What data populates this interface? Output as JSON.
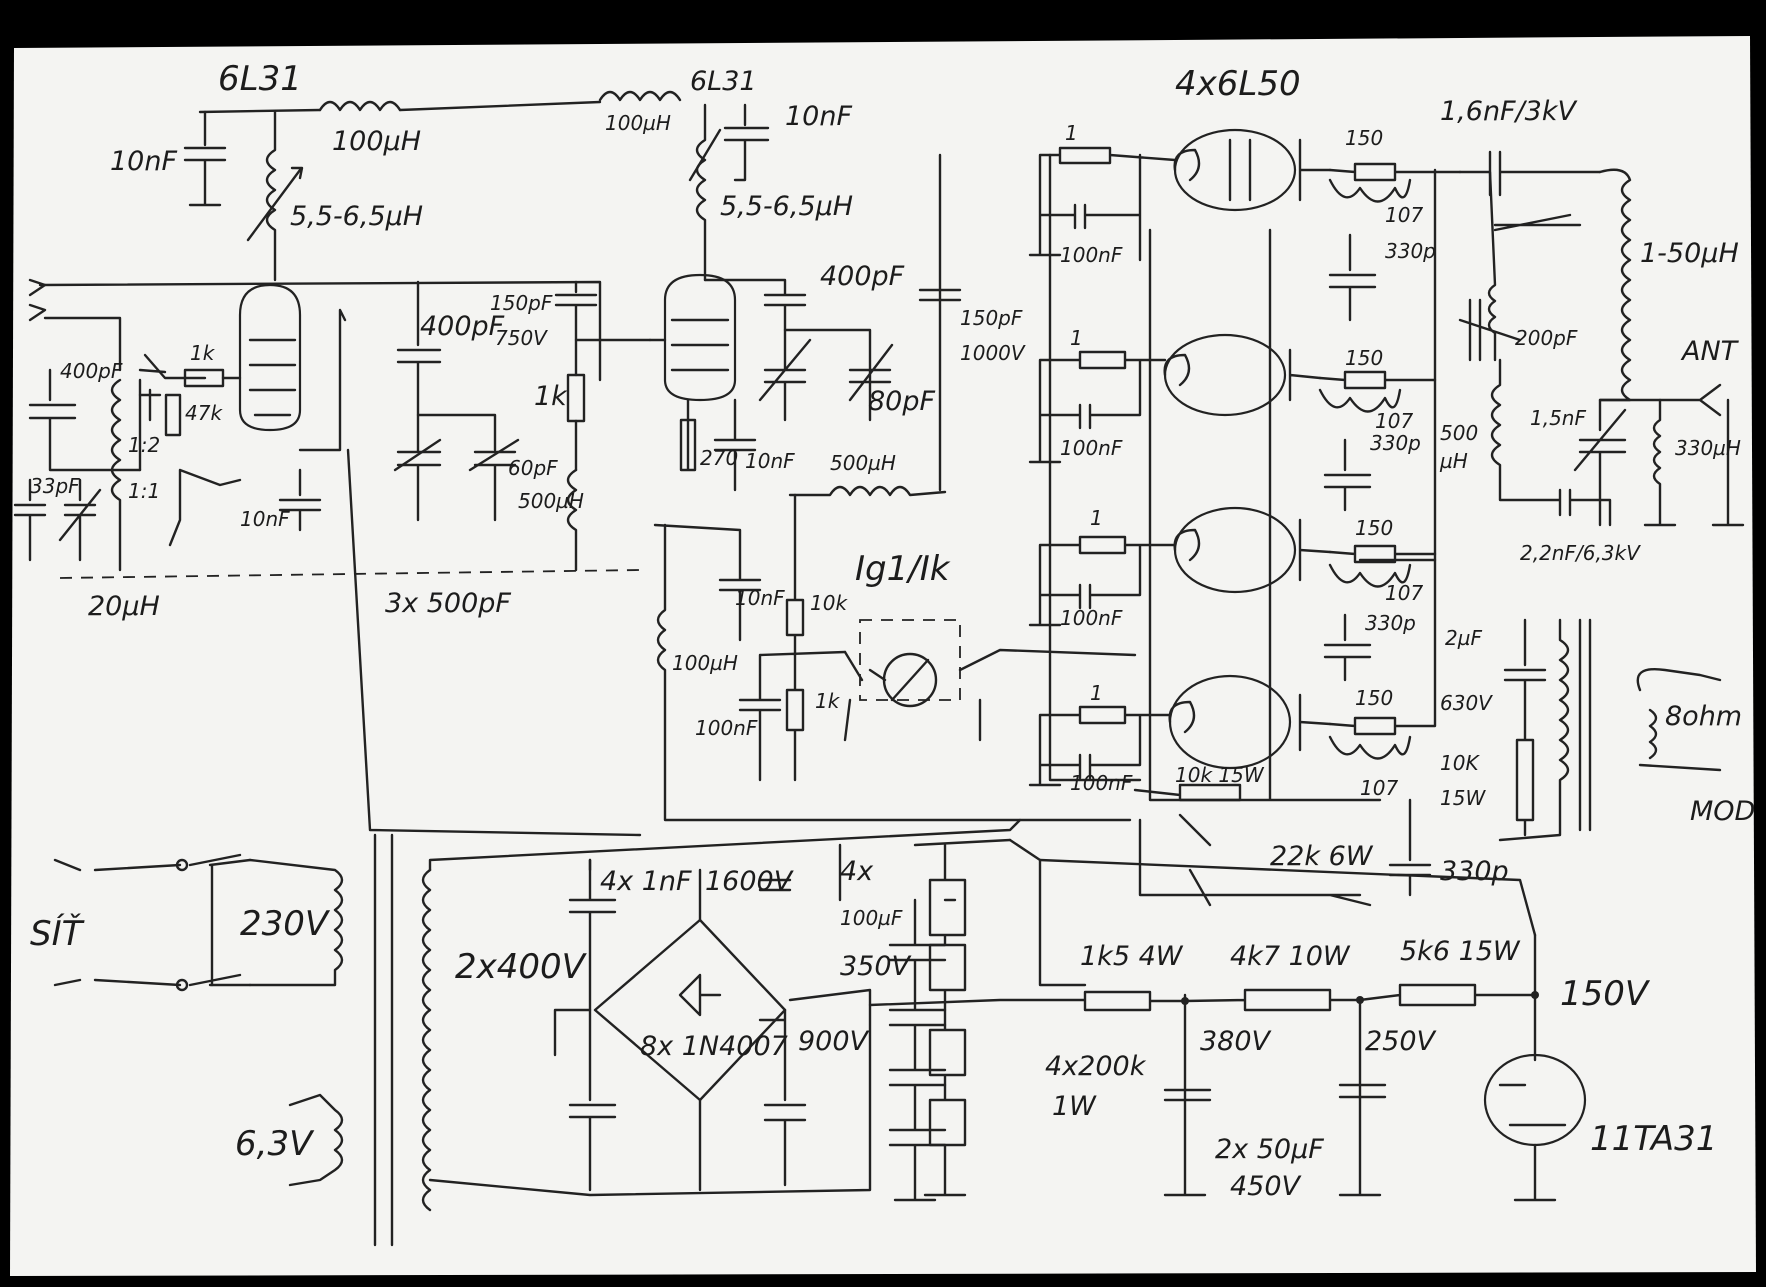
{
  "sheet": {
    "paper_color": "#f4f4f2",
    "ink_color": "#222222",
    "border_color": "#000000"
  },
  "labels": {
    "osc_tube": "6L31",
    "osc_cap": "10nF",
    "osc_choke": "100µH",
    "osc_coil": "5,5-6,5µH",
    "grid_cap": "400pF",
    "grid_res": "1k",
    "res_47k": "47k",
    "ratio_12": "1:2",
    "coil_1": "1:1",
    "cap_33pf": "33pF",
    "cap_10nf_a": "10nF",
    "choke_20uh": "20µH",
    "cap_400pf": "400pF",
    "cap_150pf": "150pF",
    "v_750": "750V",
    "res_1k_a": "1k",
    "cap_60pf": "60pF",
    "choke_500uh": "500µH",
    "gang_caps": "3x 500pF",
    "buf_choke": "100µH",
    "buf_tube": "6L31",
    "buf_cap": "10nF",
    "buf_coil": "5,5-6,5µH",
    "buf_400pf": "400pF",
    "cap_80pf": "80pF",
    "res_270": "270",
    "cap_10nf_b": "10nF",
    "cap_150pf_b": "150pF",
    "v_1000": "1000V",
    "choke_500uh_b": "500µH",
    "meter_label": "Ig1/Ik",
    "res_10k": "10k",
    "cap_10nf_c": "10nF",
    "choke_100uh_b": "100µH",
    "cap_100nf": "100nF",
    "res_1k_b": "1k",
    "pa_title": "4x6L50",
    "r1_a": "1",
    "r1_b": "1",
    "r1_c": "1",
    "r1_d": "1",
    "c100_a": "100nF",
    "c100_b": "100nF",
    "c100_c": "100nF",
    "c100_d": "100nF",
    "r150_a": "150",
    "r150_b": "150",
    "r150_c": "150",
    "r150_d": "150",
    "r107_a": "107",
    "r107_b": "107",
    "r107_c": "107",
    "r107_d": "107",
    "c330_a": "330p",
    "c330_b": "330p",
    "c330_c": "330p",
    "pa_cap": "1,6nF/3kV",
    "tank_coil": "1-50µH",
    "tune_cap": "200pF",
    "ant": "ANT",
    "load_cap": "1,5nF",
    "ant_coil": "330µH",
    "choke_500": "500",
    "choke_500_unit": "µH",
    "pad_cap": "2,2nF/6,3kV",
    "mod_cap": "2µF",
    "v_630": "630V",
    "res_10k_b": "10K",
    "w_15": "15W",
    "speaker": "8ohm",
    "mod": "MOD",
    "res_10_15": "10k 15W",
    "res_22k": "22k 6W",
    "c330_d": "330p",
    "mains": "SÍŤ",
    "v230": "230V",
    "v2x400": "2x400V",
    "caps_4x1nf": "4x 1nF",
    "v1600": "1600V",
    "bridge": "8x 1N4007",
    "v900": "900V",
    "v63": "6,3V",
    "caps4x": "4x",
    "caps_100uf": "100µF",
    "v350": "350V",
    "res_4x200k": "4x200k",
    "w1": "1W",
    "r_1k5": "1k5 4W",
    "r_4k7": "4k7 10W",
    "r_5k6": "5k6 15W",
    "v380": "380V",
    "v250": "250V",
    "v150": "150V",
    "caps_2x50": "2x 50µF",
    "v450": "450V",
    "reg_tube": "11TA31"
  }
}
